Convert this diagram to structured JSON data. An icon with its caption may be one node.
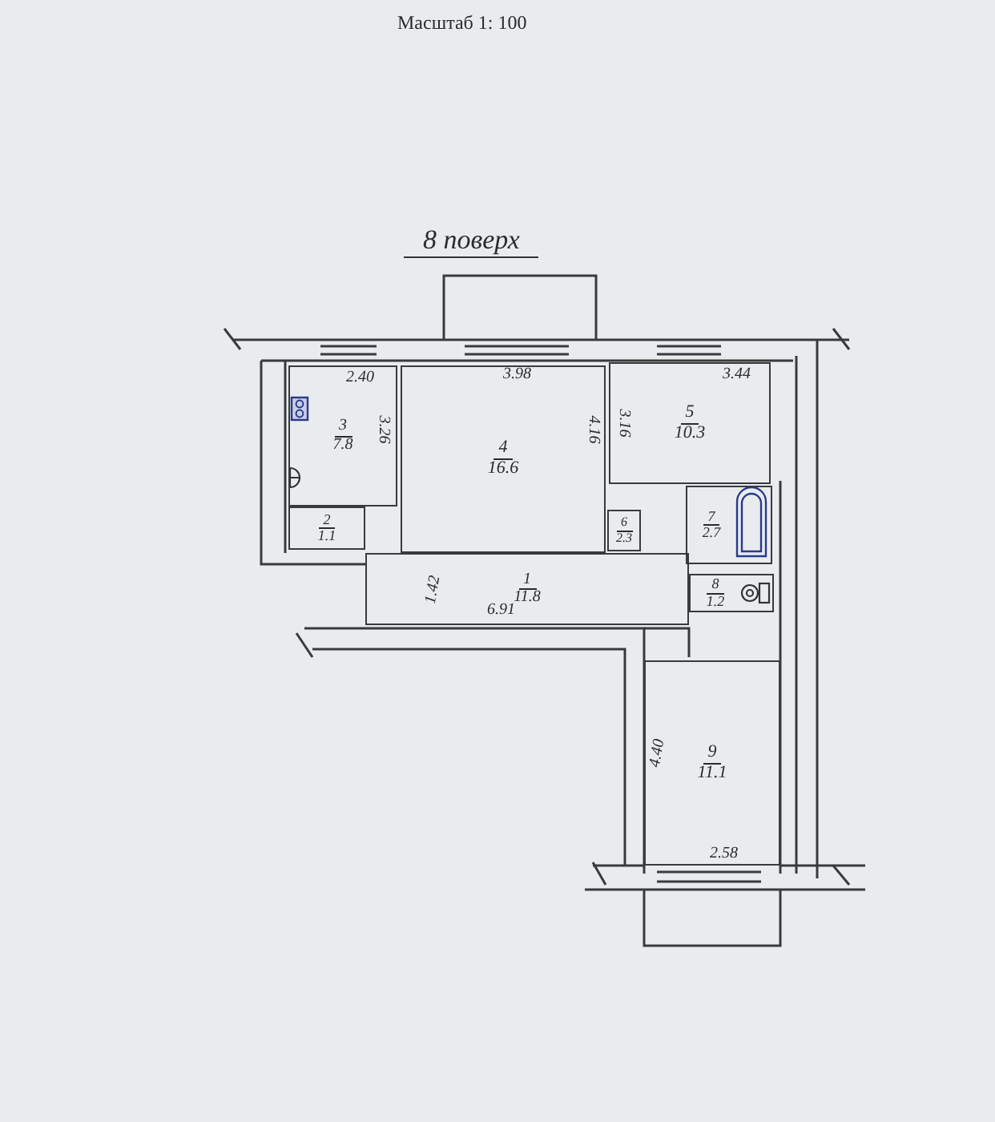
{
  "diagram": {
    "title": "8 поверх",
    "nodes": [
      {
        "text": [
          "3",
          "7.8"
        ]
      },
      {
        "text": [
          "4",
          "16.6"
        ]
      },
      {
        "text": [
          "5",
          "10.3"
        ]
      },
      {
        "text": [
          "2",
          "1.1"
        ]
      },
      {
        "text": [
          "6",
          "2.3"
        ]
      },
      {
        "text": [
          "7",
          "2.7"
        ]
      },
      {
        "text": [
          "1",
          "11.8"
        ]
      },
      {
        "text": [
          "8",
          "1.2"
        ]
      },
      {
        "text": [
          "9",
          "11.1"
        ]
      }
    ],
    "labels": [
      "Масштаб 1: 100",
      "2.40",
      "3.98",
      "3.44",
      "3.26",
      "4.16",
      "3.16",
      "1.42",
      "6.91",
      "4.40",
      "2.58"
    ]
  }
}
